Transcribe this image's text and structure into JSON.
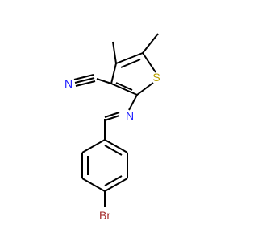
{
  "molecule": {
    "atoms": {
      "nitrile_N": {
        "label": "N",
        "color": "#2020ff"
      },
      "imine_N": {
        "label": "N",
        "color": "#2020ff"
      },
      "sulfur": {
        "label": "S",
        "color": "#b8a000"
      },
      "bromine": {
        "label": "Br",
        "color": "#a52a2a"
      }
    }
  }
}
